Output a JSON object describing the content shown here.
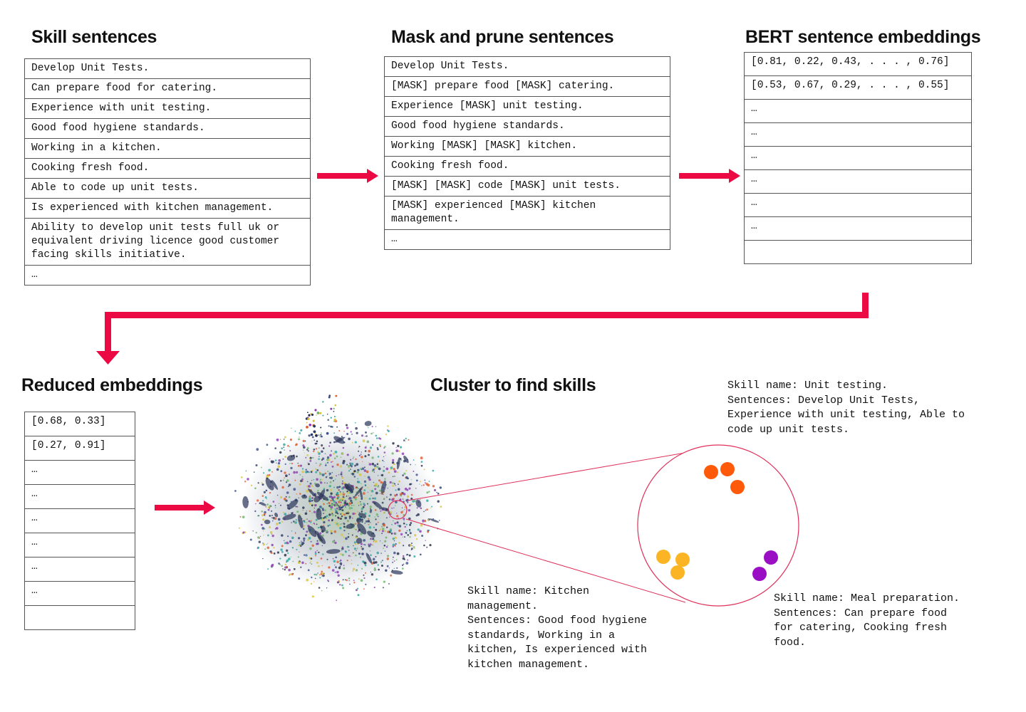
{
  "titles": {
    "skill_sentences": "Skill sentences",
    "mask_prune": "Mask and prune sentences",
    "bert_embeddings": "BERT sentence embeddings",
    "reduced_embeddings": "Reduced embeddings",
    "cluster": "Cluster to find skills"
  },
  "skill_sentences": [
    "Develop Unit Tests.",
    "Can prepare food for catering.",
    "Experience with unit testing.",
    "Good food hygiene standards.",
    "Working in a kitchen.",
    "Cooking fresh food.",
    "Able to code up unit tests.",
    "Is experienced with kitchen management.",
    "Ability to develop unit tests full uk or equivalent driving licence good customer facing skills initiative.",
    "…"
  ],
  "masked_sentences": [
    "Develop Unit Tests.",
    "[MASK] prepare food [MASK] catering.",
    "Experience [MASK] unit testing.",
    "Good food hygiene standards.",
    "Working [MASK] [MASK] kitchen.",
    "Cooking fresh food.",
    "[MASK] [MASK] code [MASK] unit tests.",
    "[MASK] experienced [MASK] kitchen management.",
    "…"
  ],
  "bert_embeddings": [
    "[0.81, 0.22, 0.43, . . . , 0.76]",
    "[0.53, 0.67, 0.29, . . . , 0.55]",
    "…",
    "…",
    "…",
    "…",
    "…",
    "…",
    ""
  ],
  "reduced_embeddings": [
    "[0.68, 0.33]",
    "[0.27, 0.91]",
    "…",
    "…",
    "…",
    "…",
    "…",
    "…",
    ""
  ],
  "clusters": [
    {
      "text": "Skill name: Unit testing.\nSentences: Develop Unit Tests,\nExperience with unit testing, Able to\ncode up unit tests.",
      "color": "#ff5a0a"
    },
    {
      "text": "Skill name: Kitchen\nmanagement.\nSentences: Good food hygiene\nstandards, Working in a\nkitchen, Is experienced with\nkitchen management.",
      "color": "#fbb424"
    },
    {
      "text": "Skill name: Meal preparation.\nSentences: Can prepare food\nfor catering, Cooking fresh\nfood.",
      "color": "#9b0fc4"
    }
  ],
  "colors": {
    "arrow": "#eb0a44",
    "zoom_line": "#e0305a"
  }
}
